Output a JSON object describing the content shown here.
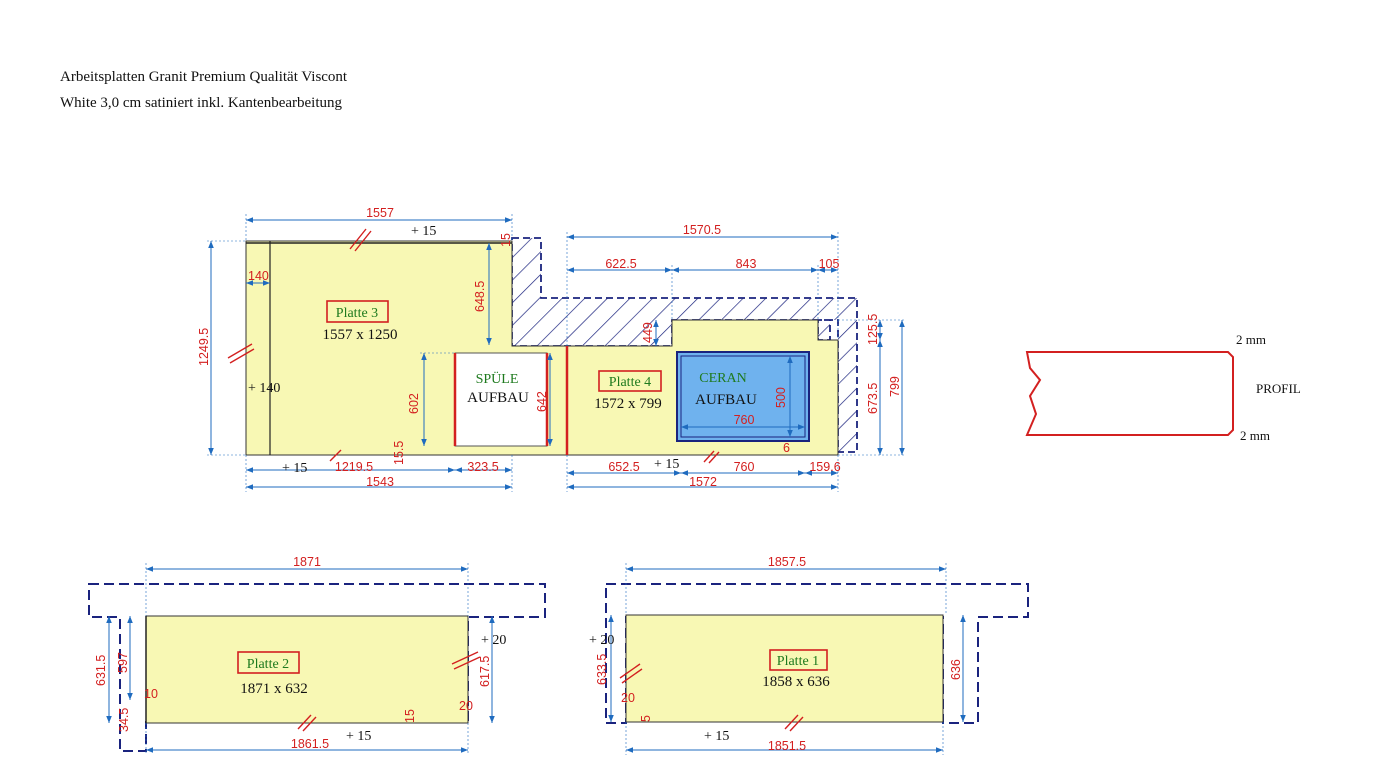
{
  "header": {
    "line1": "Arbeitsplatten Granit Premium Qualität Viscont",
    "line2": "White 3,0 cm satiniert inkl. Kantenbearbeitung"
  },
  "colors": {
    "slab_fill": "#f8f8b4",
    "dim_blue": "#1f6bbf",
    "dim_red": "#d32020",
    "cutout_red": "#d32020",
    "ceran_fill": "#6fb2ee",
    "wall_dash": "#1a237e",
    "profile_red": "#d32020",
    "label_green": "#1e7a1e"
  },
  "plate3": {
    "label": "Platte 3",
    "size": "1557 x 1250",
    "dims": {
      "top": "1557",
      "top_plus": "+ 15",
      "left": "1249.5",
      "left_plus": "+ 140",
      "small_140": "140",
      "right_6485": "648.5",
      "corner_15": "15",
      "cut_602": "602",
      "cut_642": "642",
      "bottom_12195": "1219.5",
      "bottom_3235": "323.5",
      "bottom_plus": "+ 15",
      "bottom_total": "1543",
      "small_155": "15.5"
    }
  },
  "sink": {
    "label": "SPÜLE",
    "mount": "AUFBAU"
  },
  "plate4": {
    "label": "Platte 4",
    "size": "1572 x 799",
    "dims": {
      "top": "1570.5",
      "seg1": "622.5",
      "seg2": "843",
      "seg3": "105",
      "r_1255": "125.5",
      "r_6735": "673.5",
      "r_799": "799",
      "dim_449": "449",
      "b_6525": "652.5",
      "b_plus": "+ 15",
      "b_760": "760",
      "b_1596": "159.6",
      "b_total": "1572"
    }
  },
  "ceran": {
    "label": "CERAN",
    "mount": "AUFBAU",
    "w": "760",
    "h": "500",
    "small": "6"
  },
  "profile": {
    "top": "2 mm",
    "bottom": "2 mm",
    "label": "PROFIL"
  },
  "plate2": {
    "label": "Platte 2",
    "size": "1871 x 632",
    "dims": {
      "top": "1871",
      "l_6315": "631.5",
      "l_597": "597",
      "l_345": "34.5",
      "l_10": "10",
      "r_plus": "+ 20",
      "r_6175": "617.5",
      "r_20": "20",
      "b_15": "15",
      "b_total": "1861.5",
      "b_plus": "+ 15"
    }
  },
  "plate1": {
    "label": "Platte 1",
    "size": "1858 x 636",
    "dims": {
      "top": "1857.5",
      "l_plus": "+ 20",
      "l_6335": "633.5",
      "l_20": "20",
      "l_5": "5",
      "r_636": "636",
      "b_plus": "+ 15",
      "b_total": "1851.5"
    }
  }
}
